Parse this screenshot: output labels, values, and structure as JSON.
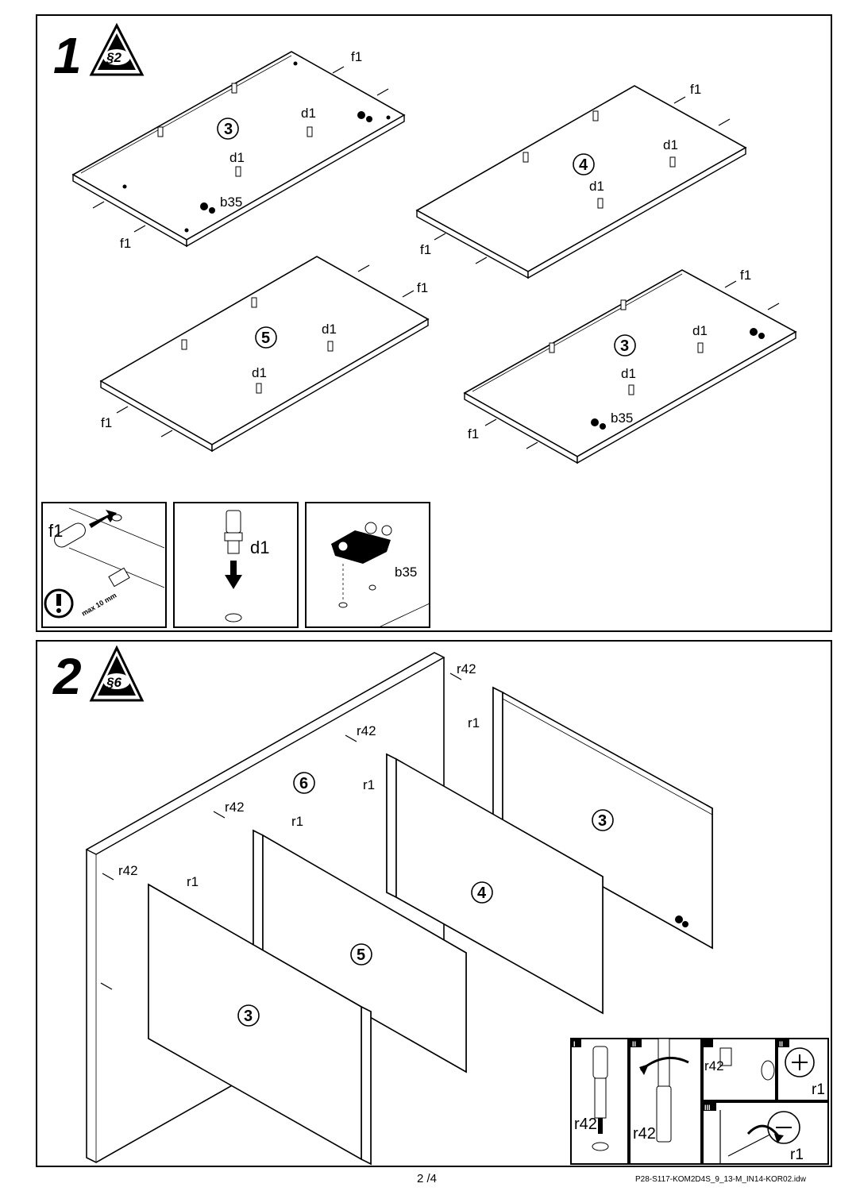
{
  "step1": {
    "number": "1",
    "warning": "§2",
    "labels": {
      "f1": "f1",
      "d1": "d1",
      "b35": "b35"
    },
    "panels": [
      "3",
      "4",
      "5",
      "3"
    ],
    "detail_labels": {
      "f1": "f1",
      "max": "max 10 mm",
      "d1": "d1",
      "b35": "b35"
    }
  },
  "step2": {
    "number": "2",
    "warning": "§6",
    "labels": {
      "r42": "r42",
      "r1": "r1"
    },
    "panels": [
      "6",
      "4",
      "3",
      "5",
      "3"
    ],
    "detail": {
      "roman_i": "I",
      "roman_ii": "II",
      "roman_iii": "III",
      "r42": "r42",
      "r1": "r1"
    }
  },
  "footer": {
    "page": "2 /4",
    "code": "P28-S117-KOM2D4S_9_13-M_IN14-KOR02.idw"
  }
}
